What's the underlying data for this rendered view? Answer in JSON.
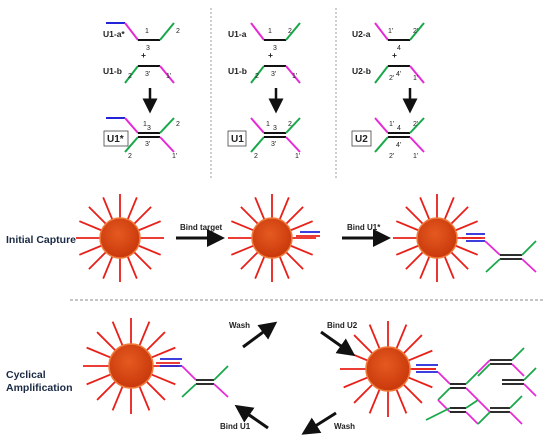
{
  "top_panel": {
    "col1": {
      "strand_a": "U1-a*",
      "strand_b": "U1-b",
      "plus": "+",
      "product": "U1*",
      "a_nums": [
        "1",
        "3",
        "2"
      ],
      "b_nums": [
        "2",
        "3'",
        "1'"
      ]
    },
    "col2": {
      "strand_a": "U1-a",
      "strand_b": "U1-b",
      "plus": "+",
      "product": "U1",
      "a_nums": [
        "1",
        "3",
        "2"
      ],
      "b_nums": [
        "2",
        "3'",
        "1'"
      ]
    },
    "col3": {
      "strand_a": "U2-a",
      "strand_b": "U2-b",
      "plus": "+",
      "product": "U2",
      "a_nums": [
        "1'",
        "4",
        "2'"
      ],
      "b_nums": [
        "2'",
        "4'",
        "1'"
      ]
    }
  },
  "initial_capture": {
    "title": "Initial Capture",
    "step1_label": "Bind target",
    "step2_label": "Bind U1*"
  },
  "cyclical": {
    "title_line1": "Cyclical",
    "title_line2": "Amplification",
    "wash_top": "Wash",
    "bind_u2": "Bind U2",
    "wash_bottom": "Wash",
    "bind_u1": "Bind U1"
  },
  "colors": {
    "bead": "#d9430f",
    "bead_rim": "#f07a3a",
    "spokes": "#e8201a",
    "magenta": "#e52ad6",
    "green": "#18a84a",
    "blue": "#2323d8",
    "black": "#111111"
  }
}
